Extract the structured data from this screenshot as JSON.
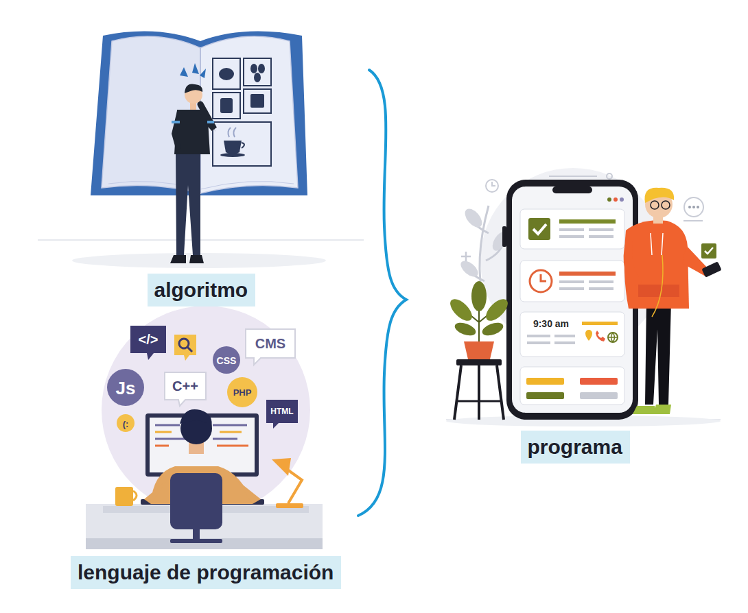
{
  "diagram": {
    "nodes": [
      {
        "text": [
          "algoritmo"
        ]
      },
      {
        "text": [
          "lenguaje de programación"
        ]
      },
      {
        "text": [
          "programa"
        ]
      }
    ],
    "labels": [
      "</>",
      "CMS",
      "Js",
      "C++",
      "CSS",
      "PHP",
      "HTML",
      "(:",
      "9:30 am"
    ]
  }
}
